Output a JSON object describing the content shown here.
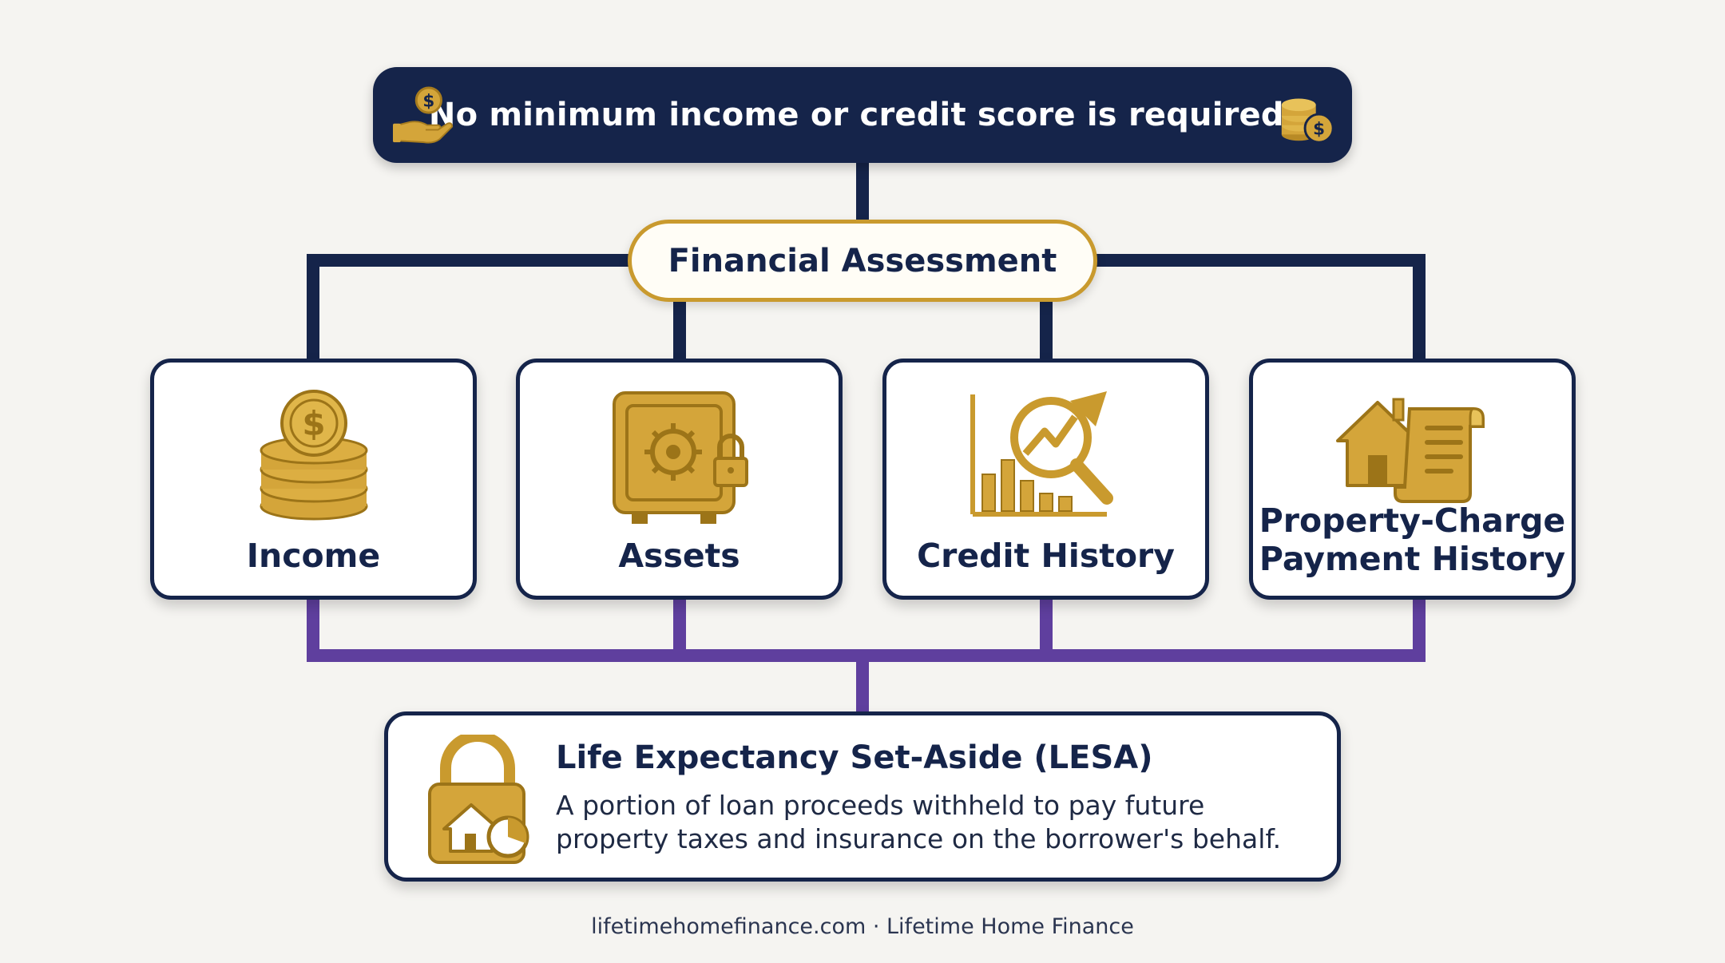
{
  "banner": {
    "text": "No minimum income or credit score is required.",
    "left_icon": "hand-holding-dollar-coin-icon",
    "right_icon": "coin-stack-dollar-icon"
  },
  "assessment": {
    "label": "Financial Assessment"
  },
  "categories": [
    {
      "label": "Income",
      "icon": "coin-stack-icon"
    },
    {
      "label": "Assets",
      "icon": "safe-vault-icon"
    },
    {
      "label": "Credit History",
      "icon": "chart-magnifier-icon"
    },
    {
      "label_lines": [
        "Property-Charge",
        "Payment History"
      ],
      "icon": "house-document-icon"
    }
  ],
  "lesa": {
    "title": "Life Expectancy Set-Aside (LESA)",
    "description": "A portion of loan proceeds withheld to pay future property taxes and insurance on the borrower's behalf.",
    "icon": "padlock-house-icon"
  },
  "footer": {
    "text": "lifetimehomefinance.com · Lifetime Home Finance"
  },
  "colors": {
    "navy": "#15244a",
    "gold": "#c99a2e",
    "purple": "#5f3f9e",
    "background": "#f5f4f1"
  }
}
